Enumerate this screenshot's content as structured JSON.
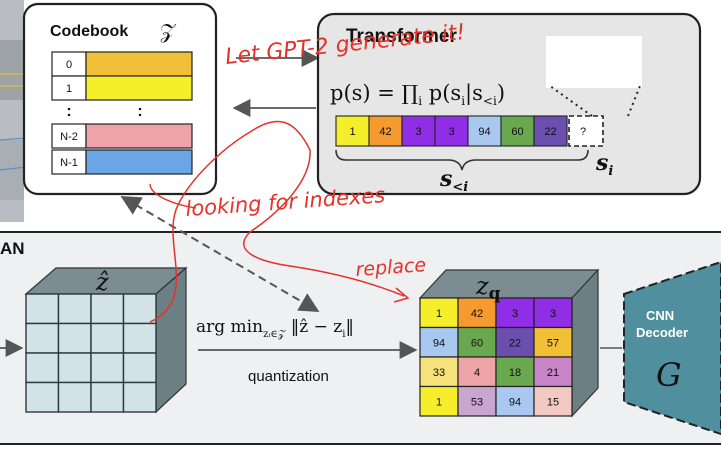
{
  "codebook": {
    "title": "Codebook",
    "symbol": "𝒵",
    "rows": [
      {
        "index": "0",
        "color": "#f2c037"
      },
      {
        "index": "1",
        "color": "#f5ee2a"
      },
      {
        "index": "N-2",
        "color": "#eda3a8"
      },
      {
        "index": "N-1",
        "color": "#6aa6e3"
      }
    ],
    "dots": ":"
  },
  "transformer": {
    "title": "Transformer",
    "formula": "p(s) = ∏ᵢ p(sᵢ|s₍<ᵢ₎)",
    "tokens": [
      {
        "value": "1",
        "color": "#f5ee2a"
      },
      {
        "value": "42",
        "color": "#f59a2e"
      },
      {
        "value": "3",
        "color": "#8f2ee6"
      },
      {
        "value": "3",
        "color": "#8f2ee6"
      },
      {
        "value": "94",
        "color": "#a9c8ef"
      },
      {
        "value": "60",
        "color": "#6aa84f"
      },
      {
        "value": "22",
        "color": "#6b4fae"
      }
    ],
    "next_token": "?",
    "s_less_label": "s<i",
    "s_i_label": "si",
    "histogram_color": "#1f4f8f"
  },
  "vqgan": {
    "label": "AN",
    "zhat_label": "ẑ",
    "zq_label": "zq",
    "argmin": "arg minzi∈𝒵 ‖ẑ − zi‖",
    "quantization": "quantization",
    "grid": [
      [
        {
          "v": "1",
          "c": "#f5ee2a"
        },
        {
          "v": "42",
          "c": "#f59a2e"
        },
        {
          "v": "3",
          "c": "#8f2ee6"
        },
        {
          "v": "3",
          "c": "#8f2ee6"
        }
      ],
      [
        {
          "v": "94",
          "c": "#a9c8ef"
        },
        {
          "v": "60",
          "c": "#6aa84f"
        },
        {
          "v": "22",
          "c": "#6b4fae"
        },
        {
          "v": "57",
          "c": "#f2c037"
        }
      ],
      [
        {
          "v": "33",
          "c": "#f5e27a"
        },
        {
          "v": "4",
          "c": "#eda3a8"
        },
        {
          "v": "18",
          "c": "#6aa84f"
        },
        {
          "v": "21",
          "c": "#c984c8"
        }
      ],
      [
        {
          "v": "1",
          "c": "#f5ee2a"
        },
        {
          "v": "53",
          "c": "#c9a6cf"
        },
        {
          "v": "94",
          "c": "#a9c8ef"
        },
        {
          "v": "15",
          "c": "#f3c9c4"
        }
      ]
    ],
    "decoder_label_1": "CNN",
    "decoder_label_2": "Decoder",
    "decoder_symbol": "G",
    "decoder_color": "#4f8f9e"
  },
  "annotations": {
    "let_gpt2": "Let GPT-2 generate it!",
    "looking": "looking for indexes",
    "replace": "replace",
    "ink_color": "#e5332a"
  }
}
